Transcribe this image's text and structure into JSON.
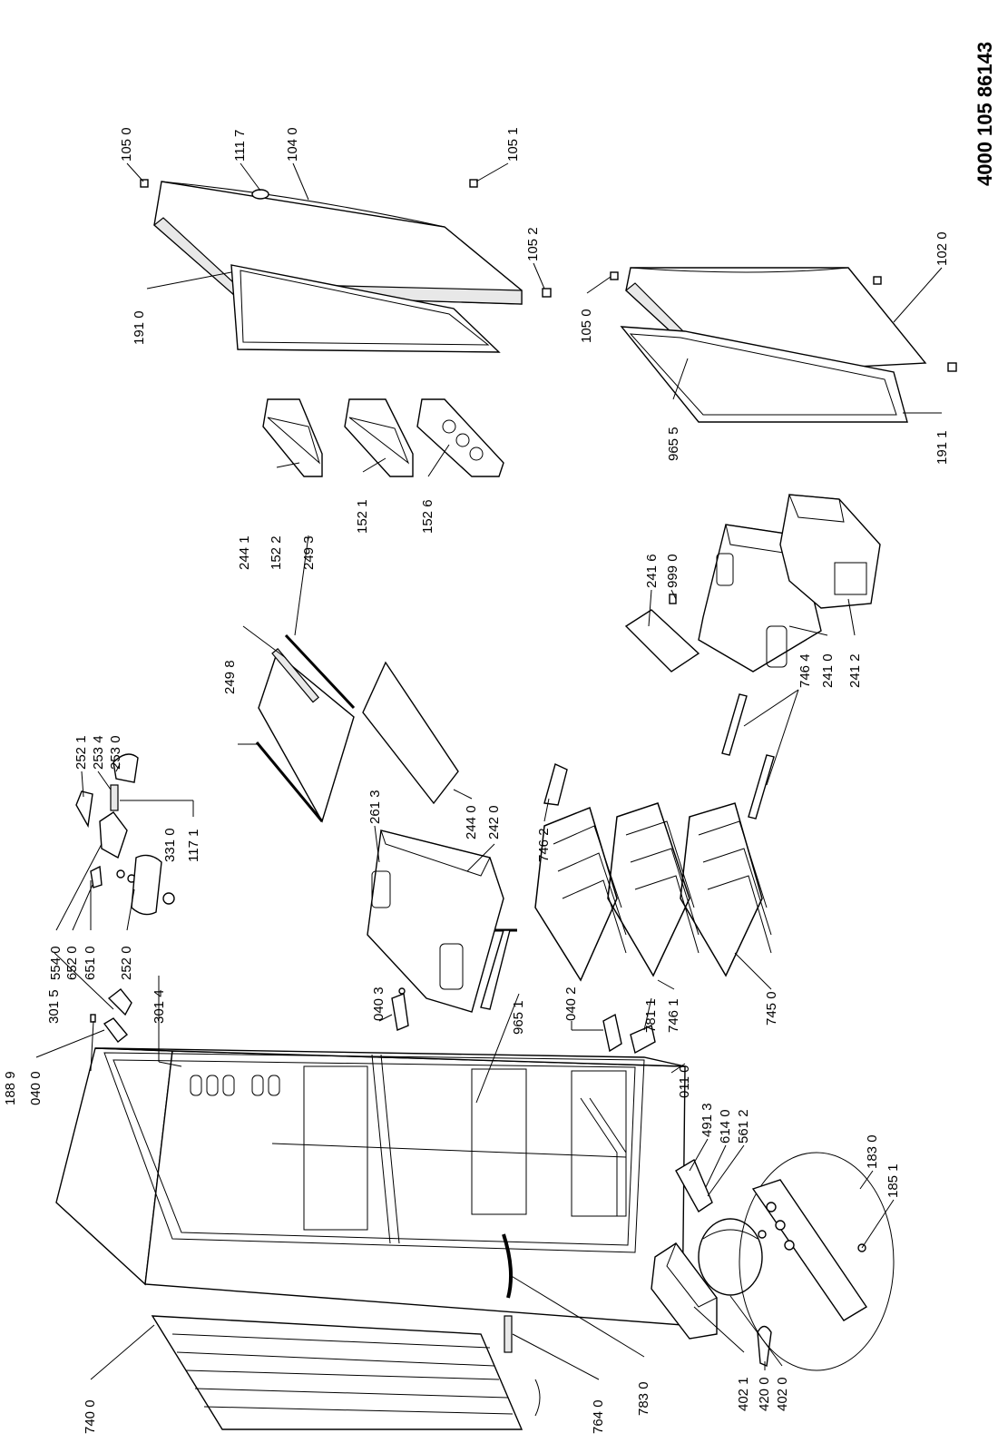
{
  "document_number": "4000 105 86143",
  "labels": {
    "l1050a": "105 0",
    "l1117": "111 7",
    "l1040": "104 0",
    "l1051": "105 1",
    "l1052": "105 2",
    "l1910": "191 0",
    "l1050b": "105 0",
    "l1020": "102 0",
    "l9655": "965 5",
    "l1911": "191 1",
    "l2441": "244 1",
    "l1522": "152 2",
    "l2493": "249 3",
    "l1521": "152 1",
    "l1526": "152 6",
    "l2498": "249 8",
    "l2416": "241 6",
    "l9990": "999 0",
    "l2521": "252 1",
    "l2534": "253 4",
    "l2530": "253 0",
    "l7464": "746 4",
    "l2410": "241 0",
    "l2412": "241 2",
    "l2613": "261 3",
    "l1171": "117 1",
    "l3310": "331 0",
    "l2440": "244 0",
    "l2420": "242 0",
    "l7462": "746 2",
    "l5540": "554 0",
    "l6520": "652 0",
    "l6510": "651 0",
    "l2520": "252 0",
    "l3015": "301 5",
    "l3014": "301 4",
    "l0403": "040 3",
    "l9651": "965 1",
    "l0402": "040 2",
    "l7811": "781 1",
    "l7461": "746 1",
    "l7450": "745 0",
    "l1889": "188 9",
    "l0400": "040 0",
    "l0110": "011 0",
    "l4913": "491 3",
    "l6140": "614 0",
    "l5612": "561 2",
    "l1830": "183 0",
    "l1851": "185 1",
    "l7400": "740 0",
    "l7640": "764 0",
    "l7830": "783 0",
    "l4021": "402 1",
    "l4200": "420 0",
    "l4020": "402 0"
  }
}
